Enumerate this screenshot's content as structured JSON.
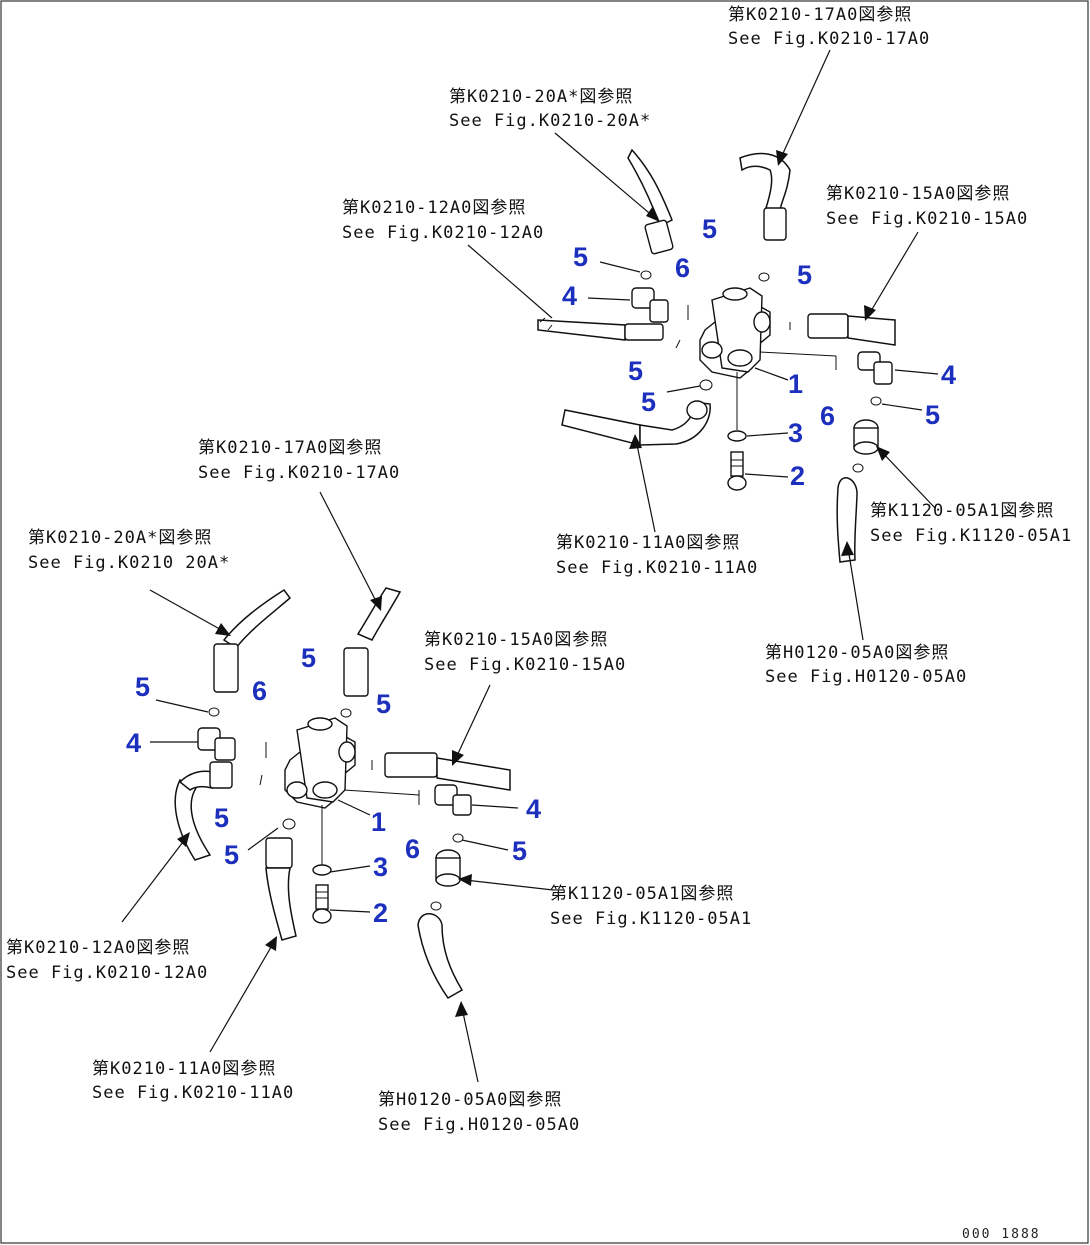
{
  "colors": {
    "callout": "#1c2fbd",
    "line": "#111111",
    "background": "#ffffff"
  },
  "refs": {
    "r1": {
      "jp": "第K0210-17A0図参照",
      "en": "See Fig.K0210-17A0"
    },
    "r2": {
      "jp": "第K0210-20A*図参照",
      "en": "See Fig.K0210-20A*"
    },
    "r3": {
      "jp": "第K0210-12A0図参照",
      "en": "See Fig.K0210-12A0"
    },
    "r4": {
      "jp": "第K0210-15A0図参照",
      "en": "See Fig.K0210-15A0"
    },
    "r5": {
      "jp": "第K0210-11A0図参照",
      "en": "See Fig.K0210-11A0"
    },
    "r6": {
      "jp": "第K1120-05A1図参照",
      "en": "See Fig.K1120-05A1"
    },
    "r7": {
      "jp": "第H0120-05A0図参照",
      "en": "See Fig.H0120-05A0"
    },
    "r8": {
      "jp": "第K0210-17A0図参照",
      "en": "See Fig.K0210-17A0"
    },
    "r9": {
      "jp": "第K0210-20A*図参照",
      "en": "See Fig.K0210 20A*"
    },
    "r10": {
      "jp": "第K0210-15A0図参照",
      "en": "See Fig.K0210-15A0"
    },
    "r11": {
      "jp": "第K1120-05A1図参照",
      "en": "See Fig.K1120-05A1"
    },
    "r12": {
      "jp": "第K0210-12A0図参照",
      "en": "See Fig.K0210-12A0"
    },
    "r13": {
      "jp": "第K0210-11A0図参照",
      "en": "See Fig.K0210-11A0"
    },
    "r14": {
      "jp": "第H0120-05A0図参照",
      "en": "See Fig.H0120-05A0"
    }
  },
  "callouts": {
    "a1": "1",
    "a2": "2",
    "a3": "3",
    "a4a": "4",
    "a4b": "4",
    "a5a": "5",
    "a5b": "5",
    "a5c": "5",
    "a5d": "5",
    "a5e": "5",
    "a5f": "5",
    "a6a": "6",
    "a6b": "6",
    "b1": "1",
    "b2": "2",
    "b3": "3",
    "b4a": "4",
    "b4b": "4",
    "b5a": "5",
    "b5b": "5",
    "b5c": "5",
    "b5d": "5",
    "b5e": "5",
    "b5f": "5",
    "b6a": "6",
    "b6b": "6"
  },
  "drawing_code": "000 1888"
}
